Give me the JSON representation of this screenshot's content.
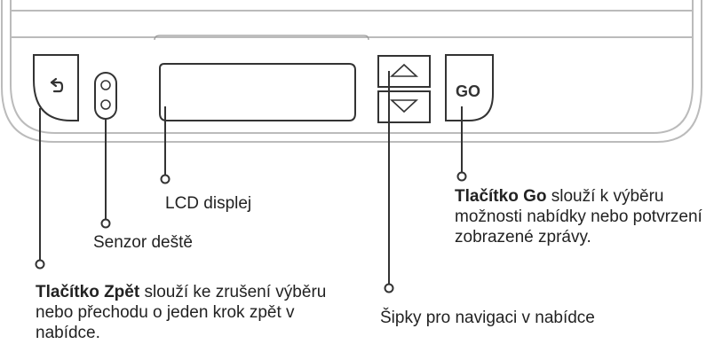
{
  "device": {
    "go_button_label": "GO"
  },
  "callouts": {
    "lcd": "LCD displej",
    "rain_sensor": "Senzor deště",
    "back_button": {
      "bold": "Tlačítko Zpět",
      "text": " slouží ke zrušení výběru nebo přechodu o jeden krok zpět v nabídce."
    },
    "go_button": {
      "bold": "Tlačítko Go",
      "text": " slouží k výběru možnosti nabídky nebo potvrzení zobrazené zprávy."
    },
    "arrows": "Šipky pro navigaci v nabídce"
  }
}
